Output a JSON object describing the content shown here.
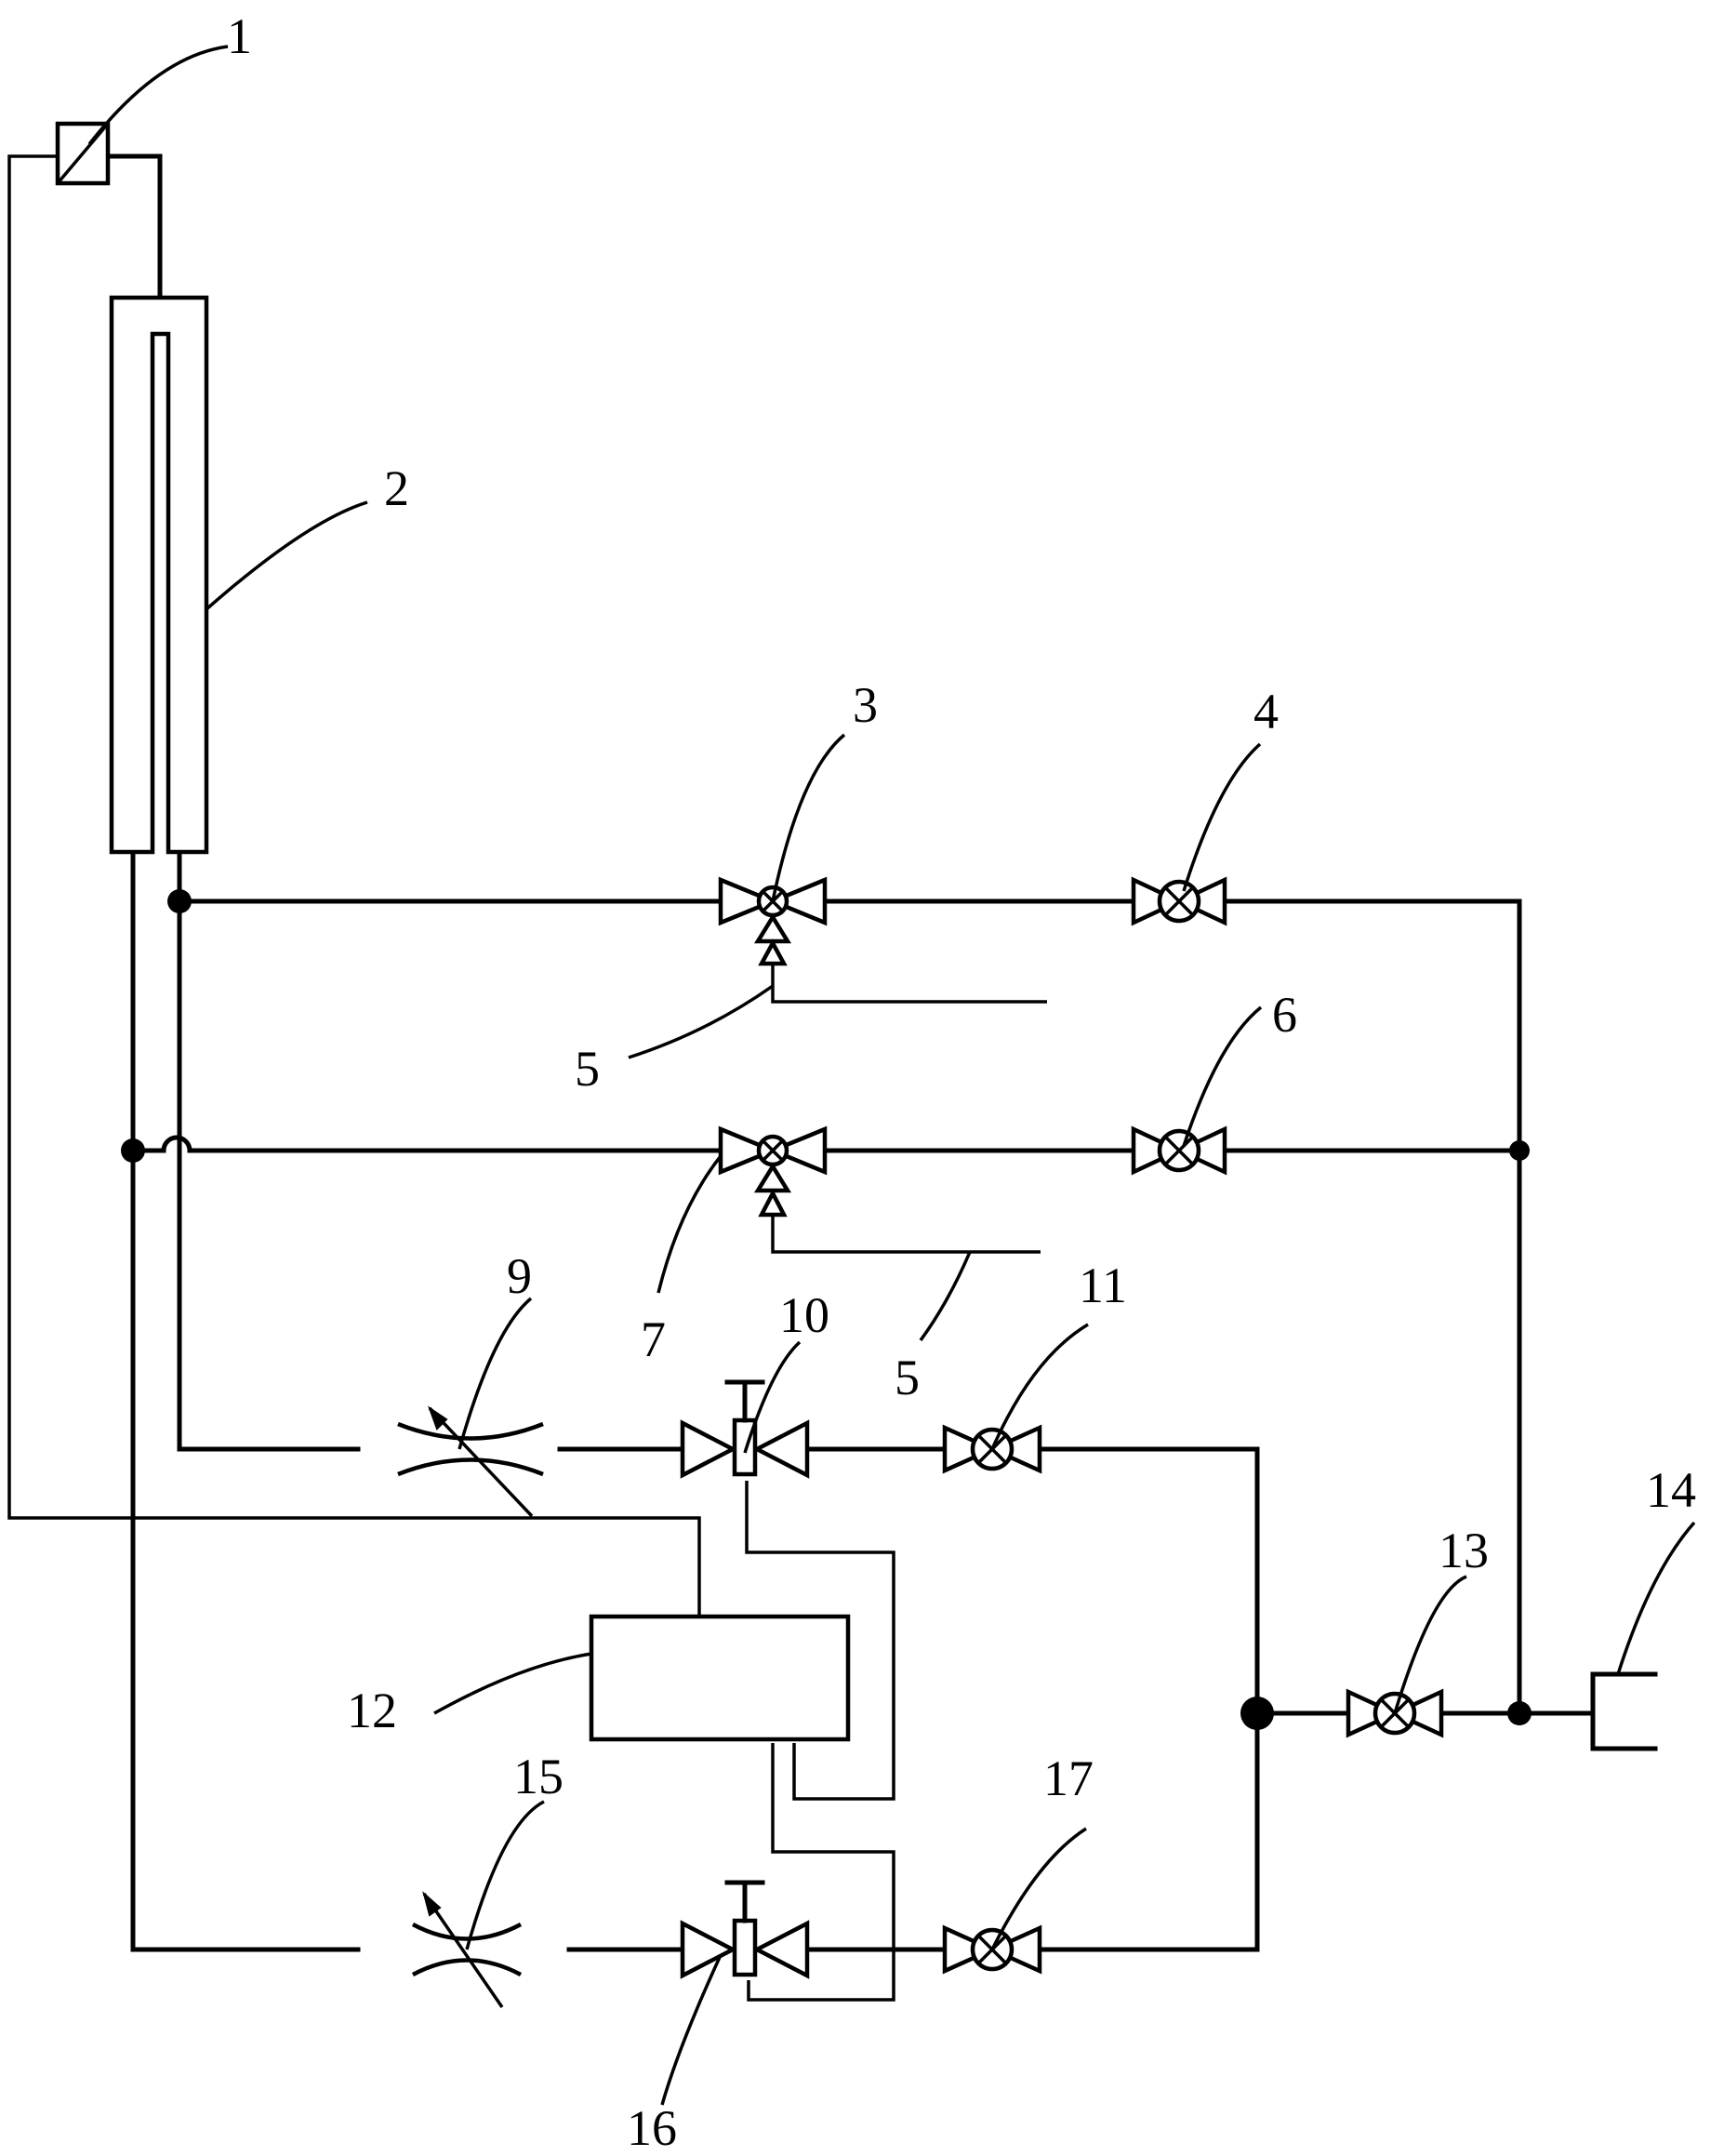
{
  "labels": {
    "1": "1",
    "2": "2",
    "3": "3",
    "4": "4",
    "5a": "5",
    "5b": "5",
    "6": "6",
    "7": "7",
    "9": "9",
    "10": "10",
    "11": "11",
    "12": "12",
    "13": "13",
    "14": "14",
    "15": "15",
    "16": "16",
    "17": "17"
  }
}
